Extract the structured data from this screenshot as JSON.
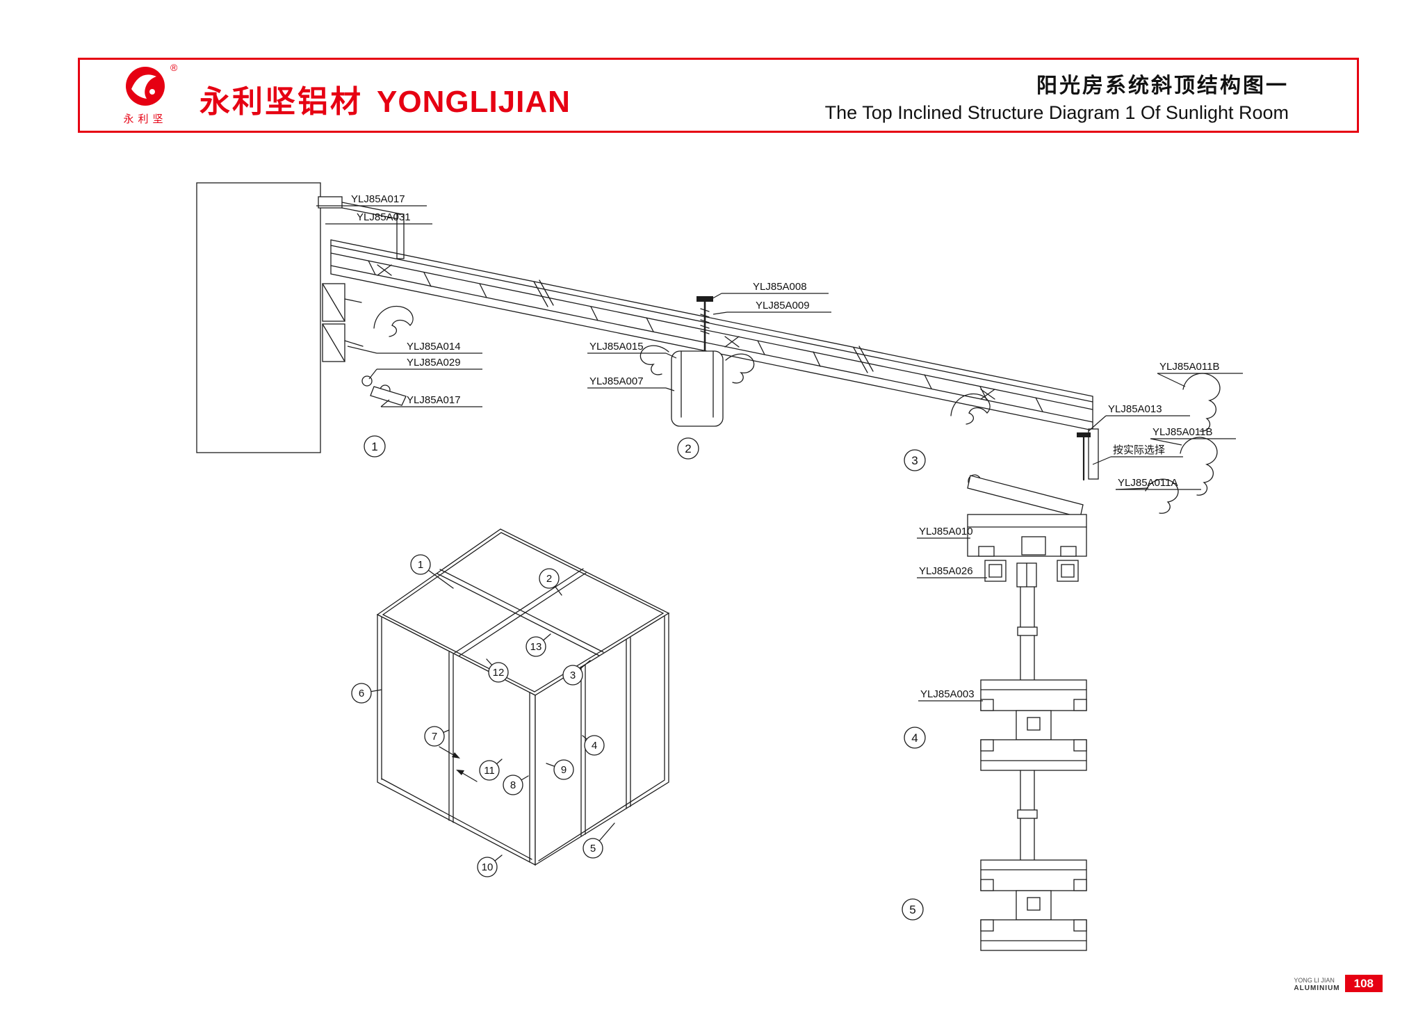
{
  "header": {
    "registered_mark": "®",
    "logo_seal_text": "永利坚",
    "brand_cn": "永利坚铝材",
    "brand_en": "YONGLIJIAN",
    "title_cn": "阳光房系统斜顶结构图一",
    "title_en": "The Top Inclined Structure Diagram 1 Of Sunlight Room"
  },
  "colors": {
    "accent_red": "#e60012",
    "line_color": "#1c1c1c"
  },
  "diagram": {
    "part_labels": {
      "a017_top": "YLJ85A017",
      "a031": "YLJ85A031",
      "a014": "YLJ85A014",
      "a029": "YLJ85A029",
      "a017_low": "YLJ85A017",
      "a008": "YLJ85A008",
      "a009": "YLJ85A009",
      "a015": "YLJ85A015",
      "a007": "YLJ85A007",
      "a011b_top": "YLJ85A011B",
      "a013": "YLJ85A013",
      "a011b_mid": "YLJ85A011B",
      "choose_note": "按实际选择",
      "a011a": "YLJ85A011A",
      "a010": "YLJ85A010",
      "a026": "YLJ85A026",
      "a003": "YLJ85A003"
    },
    "detail_markers": [
      "1",
      "2",
      "3",
      "4",
      "5"
    ],
    "iso_callouts": [
      "1",
      "2",
      "13",
      "12",
      "3",
      "6",
      "7",
      "4",
      "11",
      "9",
      "8",
      "5",
      "10"
    ]
  },
  "footer": {
    "company_line1": "YONG LI JIAN",
    "company_line2": "ALUMINIUM",
    "page_number": "108"
  }
}
